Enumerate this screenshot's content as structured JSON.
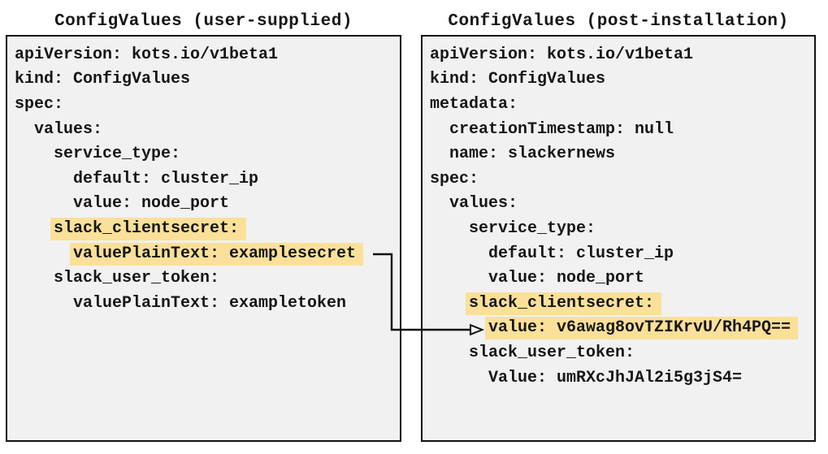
{
  "colors": {
    "highlight": "#fae098",
    "box_background": "#f1f1f1",
    "border": "#101010",
    "text": "#161616"
  },
  "left_panel": {
    "title": "ConfigValues (user-supplied)",
    "lines": [
      {
        "indent": 0,
        "text": "apiVersion: kots.io/v1beta1",
        "highlighted": false
      },
      {
        "indent": 0,
        "text": "kind: ConfigValues",
        "highlighted": false
      },
      {
        "indent": 0,
        "text": "spec:",
        "highlighted": false
      },
      {
        "indent": 2,
        "text": "values:",
        "highlighted": false
      },
      {
        "indent": 4,
        "text": "service_type:",
        "highlighted": false
      },
      {
        "indent": 6,
        "text": "default: cluster_ip",
        "highlighted": false
      },
      {
        "indent": 6,
        "text": "value: node_port",
        "highlighted": false
      },
      {
        "indent": 4,
        "text": "slack_clientsecret:",
        "highlighted": true
      },
      {
        "indent": 6,
        "text": "valuePlainText: examplesecret",
        "highlighted": true
      },
      {
        "indent": 4,
        "text": "slack_user_token:",
        "highlighted": false
      },
      {
        "indent": 6,
        "text": "valuePlainText: exampletoken",
        "highlighted": false
      }
    ]
  },
  "right_panel": {
    "title": "ConfigValues (post-installation)",
    "lines": [
      {
        "indent": 0,
        "text": "apiVersion: kots.io/v1beta1",
        "highlighted": false
      },
      {
        "indent": 0,
        "text": "kind: ConfigValues",
        "highlighted": false
      },
      {
        "indent": 0,
        "text": "metadata:",
        "highlighted": false
      },
      {
        "indent": 2,
        "text": "creationTimestamp: null",
        "highlighted": false
      },
      {
        "indent": 2,
        "text": "name: slackernews",
        "highlighted": false
      },
      {
        "indent": 0,
        "text": "spec:",
        "highlighted": false
      },
      {
        "indent": 2,
        "text": "values:",
        "highlighted": false
      },
      {
        "indent": 4,
        "text": "service_type:",
        "highlighted": false
      },
      {
        "indent": 6,
        "text": "default: cluster_ip",
        "highlighted": false
      },
      {
        "indent": 6,
        "text": "value: node_port",
        "highlighted": false
      },
      {
        "indent": 4,
        "text": "slack_clientsecret:",
        "highlighted": true
      },
      {
        "indent": 6,
        "text": "value: v6awag8ovTZIKrvU/Rh4PQ==",
        "highlighted": true
      },
      {
        "indent": 4,
        "text": "slack_user_token:",
        "highlighted": false
      },
      {
        "indent": 6,
        "text": "Value: umRXcJhJAl2i5g3jS4=",
        "highlighted": false
      }
    ]
  }
}
